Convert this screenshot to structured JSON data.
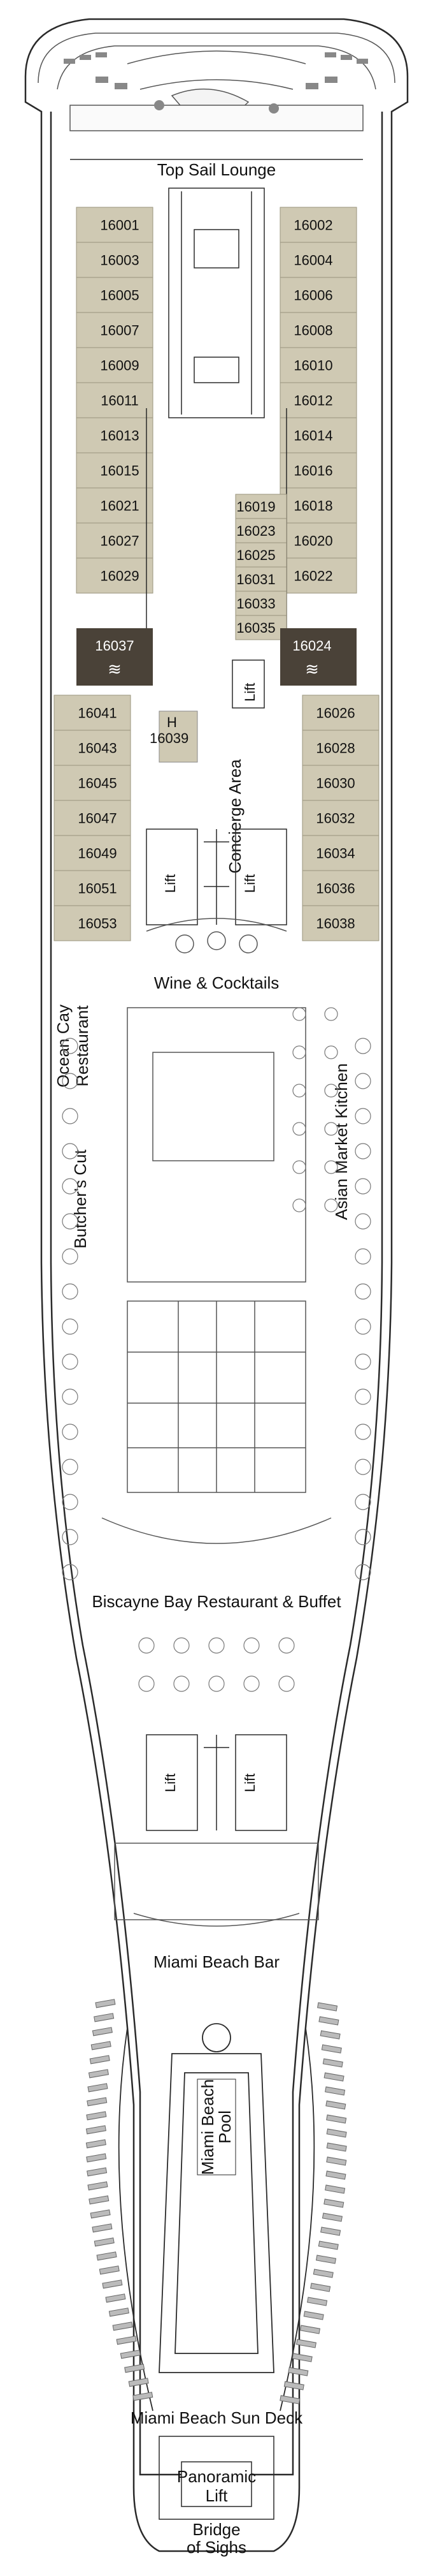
{
  "deck": {
    "cabins_left_top": [
      "16001",
      "16003",
      "16005",
      "16007",
      "16009",
      "16011",
      "16013",
      "16015",
      "16021",
      "16027",
      "16029",
      "16037"
    ],
    "cabins_right_top": [
      "16002",
      "16004",
      "16006",
      "16008",
      "16010",
      "16012",
      "16014",
      "16016",
      "16018",
      "16020",
      "16022",
      "16024"
    ],
    "cabins_center": [
      "16019",
      "16023",
      "16025",
      "16031",
      "16033",
      "16035"
    ],
    "cabin_center_low": "16039",
    "cabins_left_mid": [
      "16041",
      "16043",
      "16045",
      "16047",
      "16049",
      "16051",
      "16053"
    ],
    "cabins_right_mid": [
      "16026",
      "16028",
      "16030",
      "16032",
      "16034",
      "16036",
      "16038"
    ],
    "venues": {
      "top_sail": "Top Sail Lounge",
      "concierge": "Concierge Area",
      "wine": "Wine & Cocktails",
      "ocean_cay_1": "Ocean Cay",
      "ocean_cay_2": "Restaurant",
      "butchers": "Butcher's Cut",
      "asian": "Asian Market Kitchen",
      "biscayne": "Biscayne Bay Restaurant & Buffet",
      "miami_bar": "Miami Beach Bar",
      "pool_1": "Miami Beach",
      "pool_2": "Pool",
      "sun_deck": "Miami Beach Sun Deck",
      "panoramic_1": "Panoramic",
      "panoramic_2": "Lift",
      "bridge_1": "Bridge",
      "bridge_2": "of Sighs"
    },
    "lift_label": "Lift",
    "h_label": "H",
    "colors": {
      "cabin": "#cfc9b3",
      "suite": "#4a4238",
      "line": "#2a2a2a"
    }
  }
}
